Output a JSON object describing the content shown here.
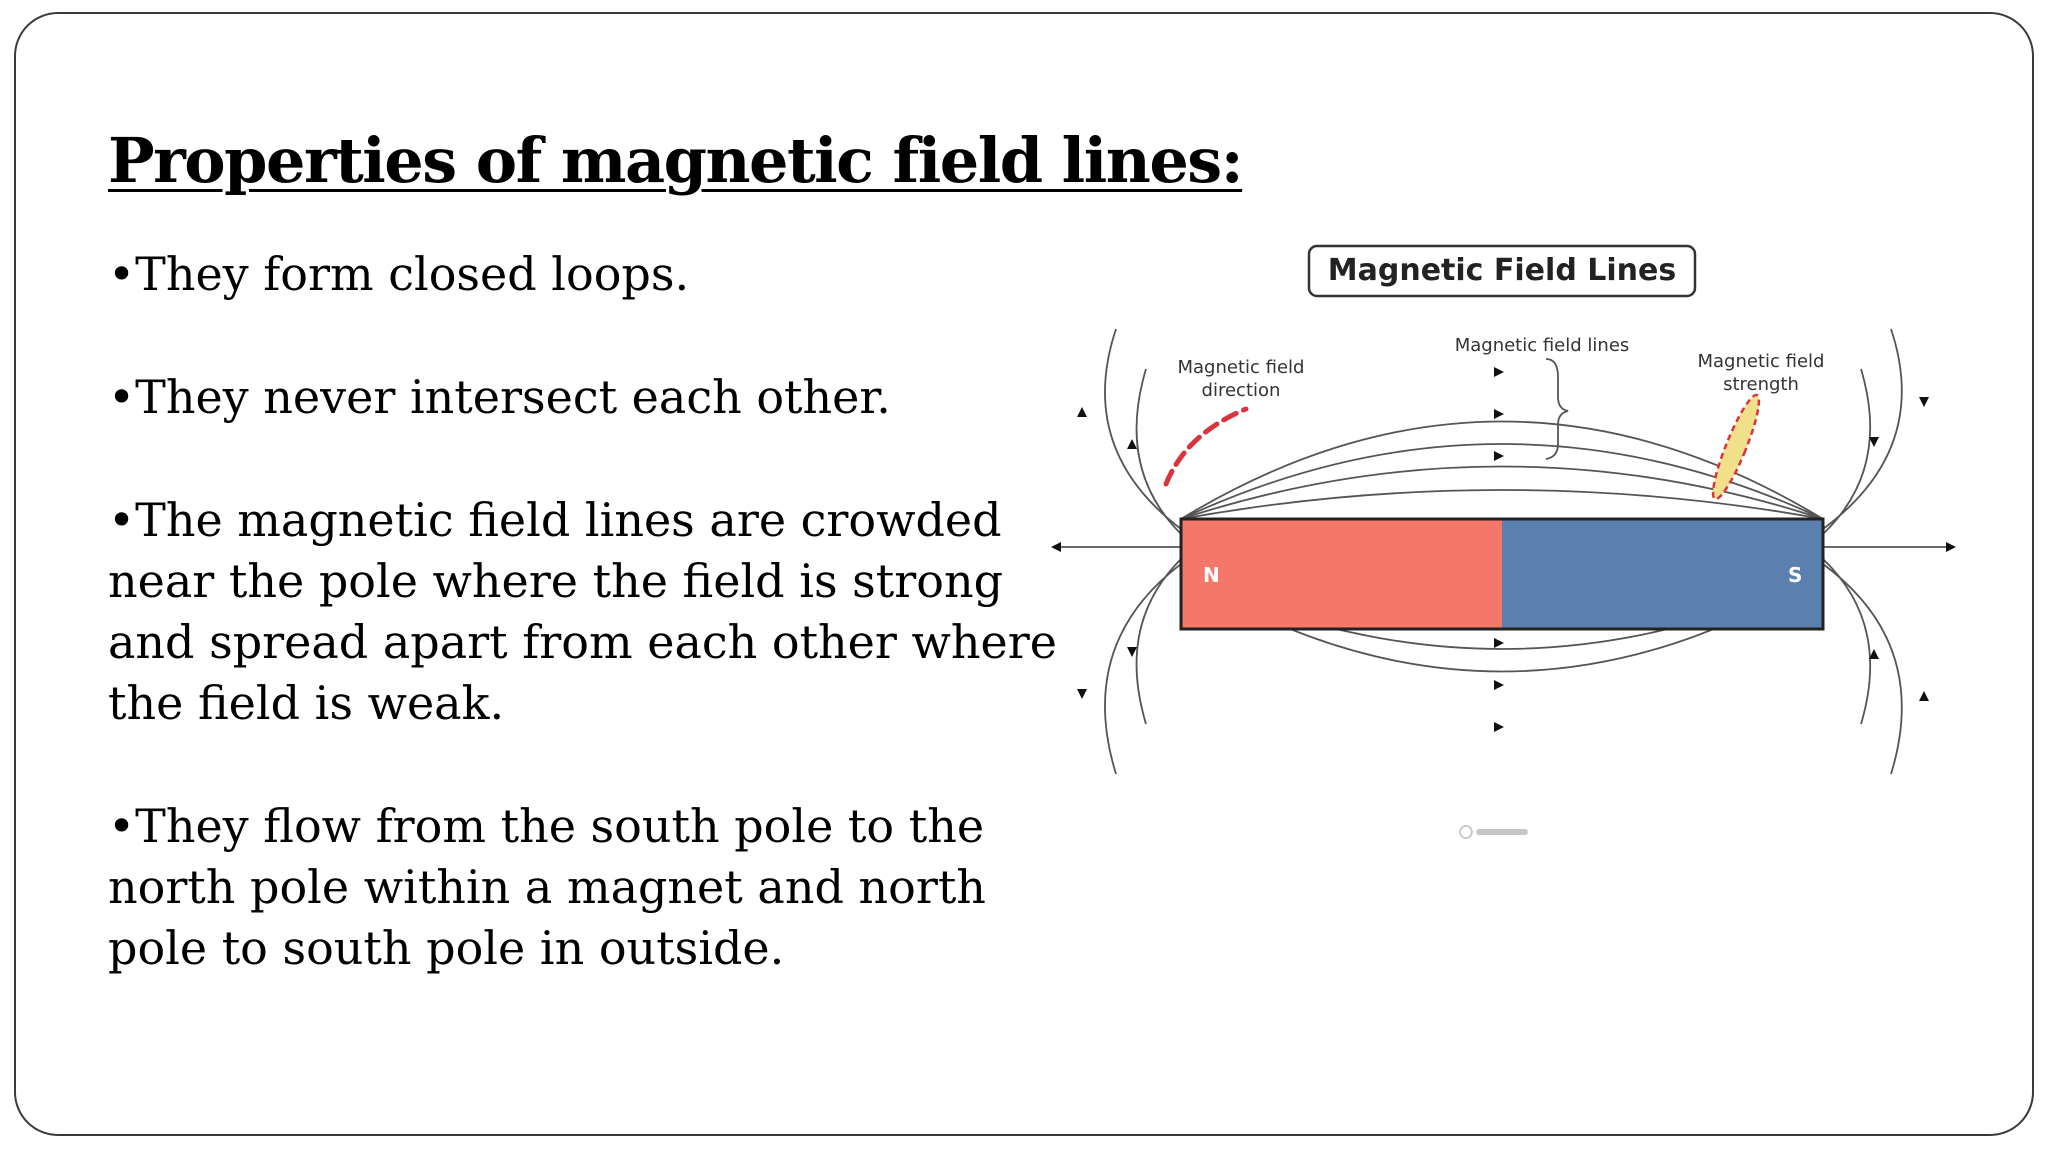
{
  "slide": {
    "title": "Properties of magnetic field lines:",
    "bullets": [
      "They form closed loops.",
      "They never intersect each other.",
      "The magnetic field lines are crowded near the pole where the field is strong and spread apart from each other where the field is weak.",
      "They flow from the south pole to the north pole within a magnet and north pole to south pole in outside."
    ]
  },
  "figure": {
    "title": "Magnetic Field Lines",
    "label_direction_line1": "Magnetic field",
    "label_direction_line2": "direction",
    "label_lines": "Magnetic field lines",
    "label_strength_line1": "Magnetic field",
    "label_strength_line2": "strength",
    "north_pole": "N",
    "south_pole": "S",
    "colors": {
      "north": "#F5776A",
      "south": "#5B7FAF",
      "direction_highlight": "#D9343B",
      "strength_highlight": "#F0E08A"
    }
  }
}
